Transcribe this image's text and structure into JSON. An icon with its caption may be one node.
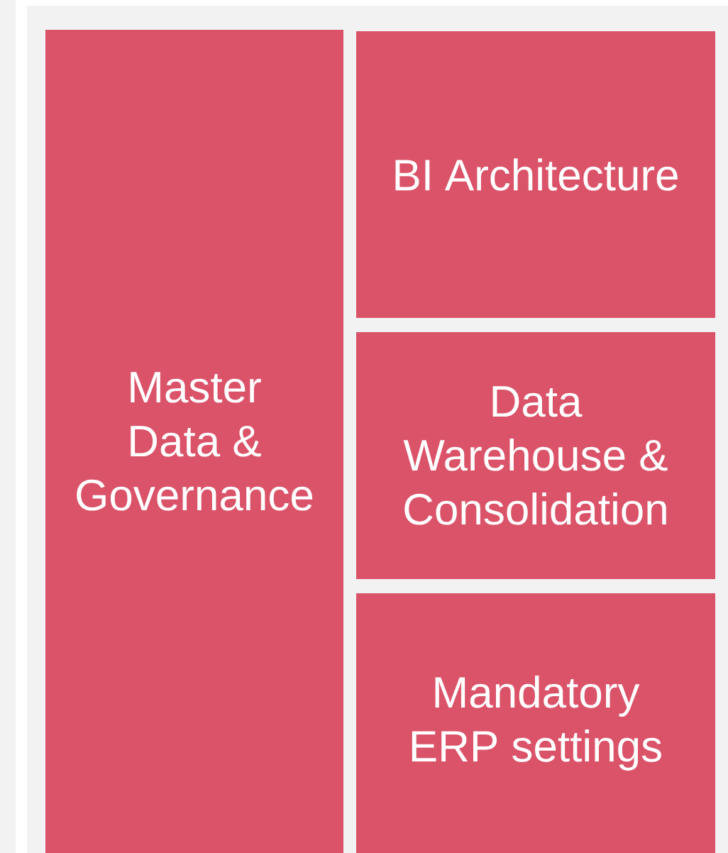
{
  "diagram": {
    "nodes": [
      {
        "text": [
          "Master Data & Governance"
        ]
      },
      {
        "text": [
          "BI Architecture"
        ]
      },
      {
        "text": [
          "Data Warehouse & Consolidation"
        ]
      },
      {
        "text": [
          "Mandatory ERP settings"
        ]
      }
    ]
  }
}
